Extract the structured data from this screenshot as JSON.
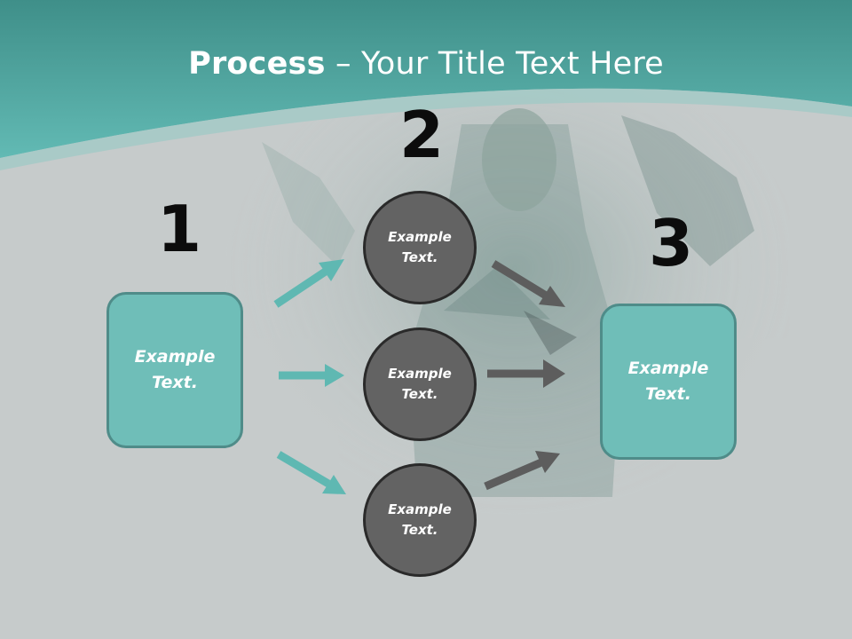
{
  "title": {
    "bold": "Process",
    "rest": " – Your Title Text Here"
  },
  "numbers": {
    "one": "1",
    "two": "2",
    "three": "3"
  },
  "left_box": {
    "label": "Example\nText."
  },
  "circles": [
    {
      "label": "Example\nText."
    },
    {
      "label": "Example\nText."
    },
    {
      "label": "Example\nText."
    }
  ],
  "right_box": {
    "label": "Example\nText."
  },
  "colors": {
    "header_teal": "#5fb3ad",
    "box_fill": "#6fbeb8",
    "box_border": "#4f8c89",
    "circle_fill": "#636363",
    "teal_arrow": "#5fb8b2",
    "gray_arrow": "#5d5d5d",
    "background": "#c6cbcb"
  }
}
